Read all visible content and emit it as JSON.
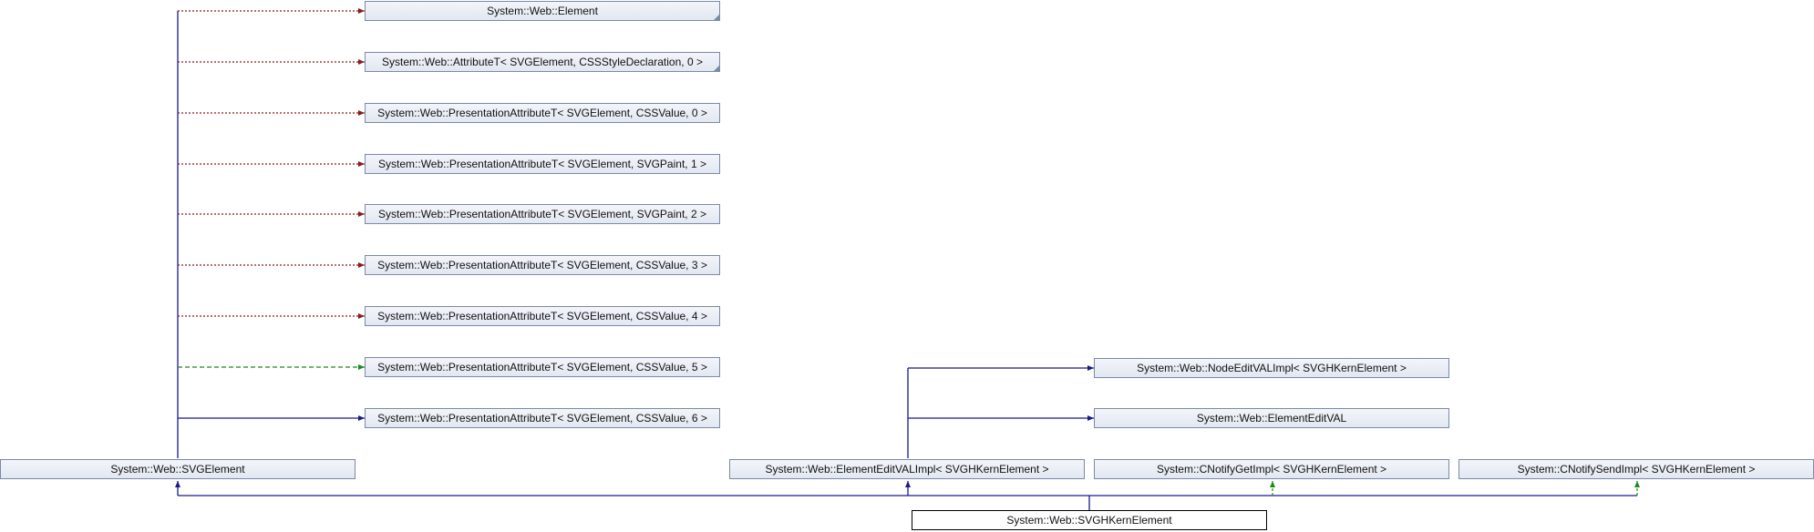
{
  "diagram": {
    "nodes": {
      "element": "System::Web::Element",
      "attribute_t": "System::Web::AttributeT< SVGElement, CSSStyleDeclaration, 0 >",
      "pres_attr_0": "System::Web::PresentationAttributeT< SVGElement, CSSValue, 0 >",
      "pres_attr_1": "System::Web::PresentationAttributeT< SVGElement, SVGPaint, 1 >",
      "pres_attr_2": "System::Web::PresentationAttributeT< SVGElement, SVGPaint, 2 >",
      "pres_attr_3": "System::Web::PresentationAttributeT< SVGElement, CSSValue, 3 >",
      "pres_attr_4": "System::Web::PresentationAttributeT< SVGElement, CSSValue, 4 >",
      "pres_attr_5": "System::Web::PresentationAttributeT< SVGElement, CSSValue, 5 >",
      "pres_attr_6": "System::Web::PresentationAttributeT< SVGElement, CSSValue, 6 >",
      "svg_element": "System::Web::SVGElement",
      "node_edit_val_impl": "System::Web::NodeEditVALImpl< SVGHKernElement >",
      "element_edit_val": "System::Web::ElementEditVAL",
      "element_edit_val_impl": "System::Web::ElementEditVALImpl< SVGHKernElement >",
      "cnotify_get_impl": "System::CNotifyGetImpl< SVGHKernElement >",
      "cnotify_send_impl": "System::CNotifySendImpl< SVGHKernElement >",
      "svghkern_element": "System::Web::SVGHKernElement"
    },
    "colors": {
      "public_inheritance": "#1a1a8c",
      "protected_inheritance": "#1a8c1a",
      "private_inheritance": "#8c1a1a",
      "node_border": "#7a8ba6"
    }
  }
}
